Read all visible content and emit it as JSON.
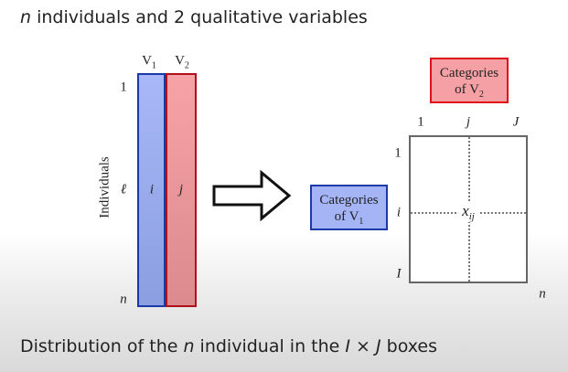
{
  "title": {
    "n": "n",
    "rest": " individuals and 2 qualitative variables"
  },
  "left": {
    "v1": "V",
    "v1sub": "1",
    "v2": "V",
    "v2sub": "2",
    "row_first": "1",
    "row_mid": "ℓ",
    "row_last": "n",
    "axis_label": "Individuals",
    "cell_v1": "i",
    "cell_v2": "j"
  },
  "cat_v1": {
    "line1": "Categories",
    "line2": "of V",
    "sub": "1"
  },
  "cat_v2": {
    "line1": "Categories",
    "line2": "of V",
    "sub": "2"
  },
  "grid": {
    "col_first": "1",
    "col_mid": "j",
    "col_last": "J",
    "row_first": "1",
    "row_mid": "i",
    "row_last": "I",
    "cell": "x",
    "cell_sub": "ij",
    "total": "n"
  },
  "footer": {
    "pre": "Distribution of the ",
    "n": "n",
    "mid": " individual in the ",
    "I": "I",
    "times": " × ",
    "J": "J",
    "post": " boxes"
  },
  "colors": {
    "blue_fill": "#a4b4f4",
    "blue_border": "#1a3aa8",
    "red_fill": "#f4a0a4",
    "red_border": "#b0101a"
  }
}
